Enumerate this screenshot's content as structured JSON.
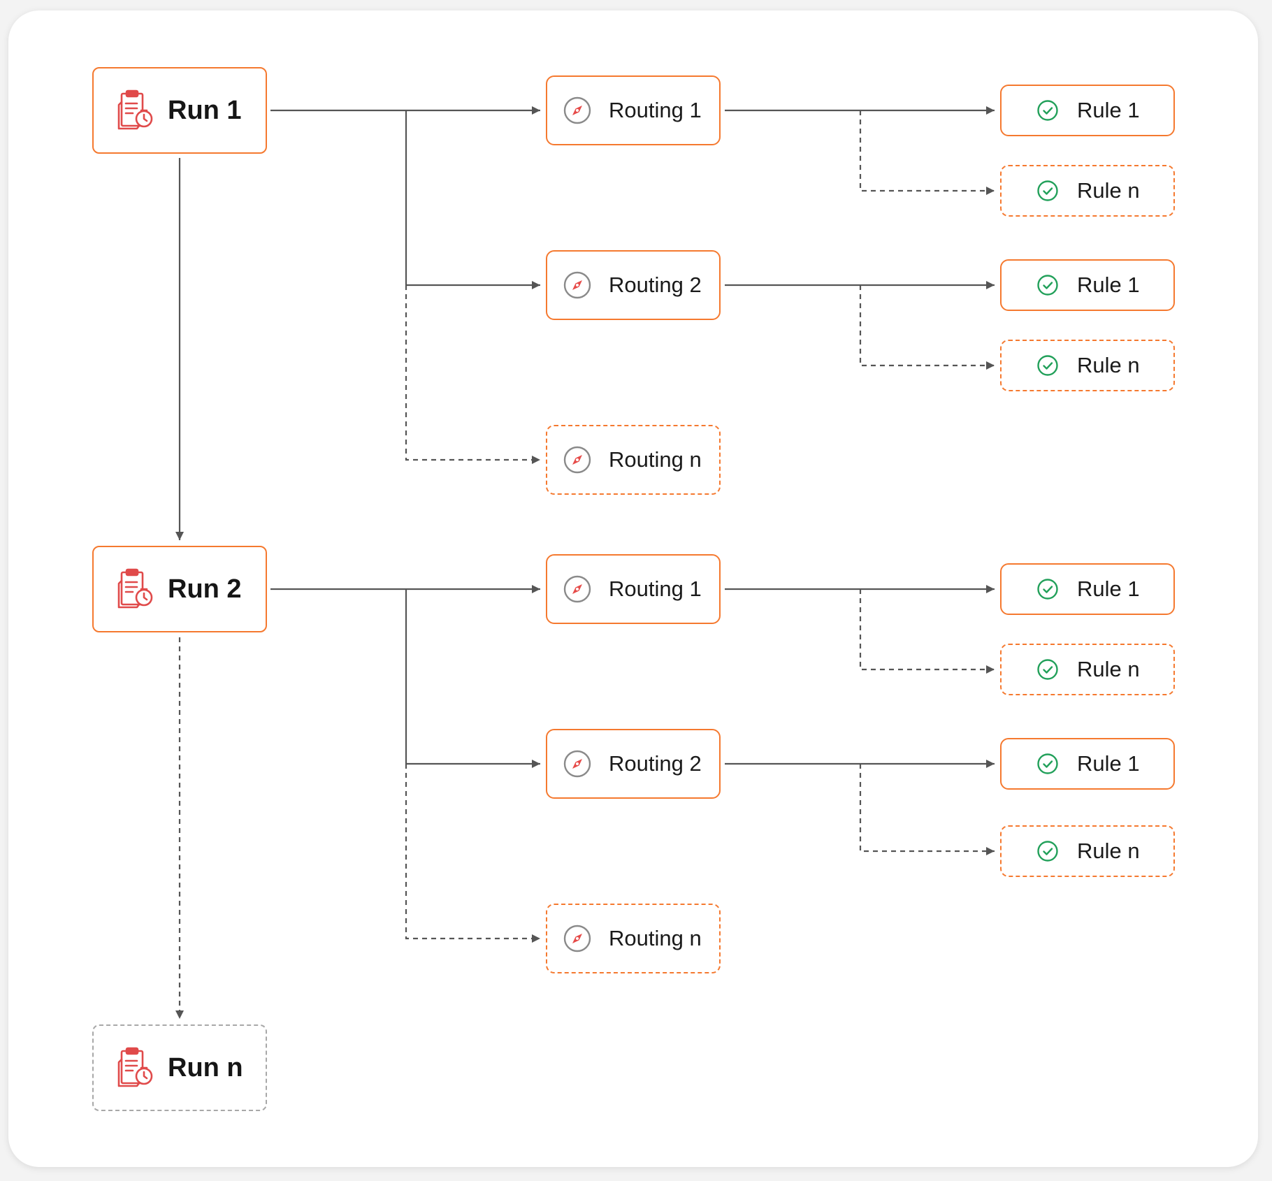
{
  "colors": {
    "node_border": "#f5792f",
    "node_border_inactive": "#a8a8a8",
    "connector": "#555555",
    "run_icon": "#e04a4a",
    "routing_icon": "#e64a48",
    "rule_icon": "#22a05a"
  },
  "icons": {
    "run": "clipboard-clock-icon",
    "routing": "compass-icon",
    "rule": "check-circle-icon"
  },
  "runs": [
    {
      "label": "Run 1",
      "routings": [
        {
          "label": "Routing 1",
          "rules": [
            "Rule 1",
            "Rule n"
          ]
        },
        {
          "label": "Routing 2",
          "rules": [
            "Rule 1",
            "Rule n"
          ]
        },
        {
          "label": "Routing n"
        }
      ]
    },
    {
      "label": "Run 2",
      "routings": [
        {
          "label": "Routing 1",
          "rules": [
            "Rule 1",
            "Rule n"
          ]
        },
        {
          "label": "Routing 2",
          "rules": [
            "Rule 1",
            "Rule n"
          ]
        },
        {
          "label": "Routing n"
        }
      ]
    },
    {
      "label": "Run n"
    }
  ]
}
